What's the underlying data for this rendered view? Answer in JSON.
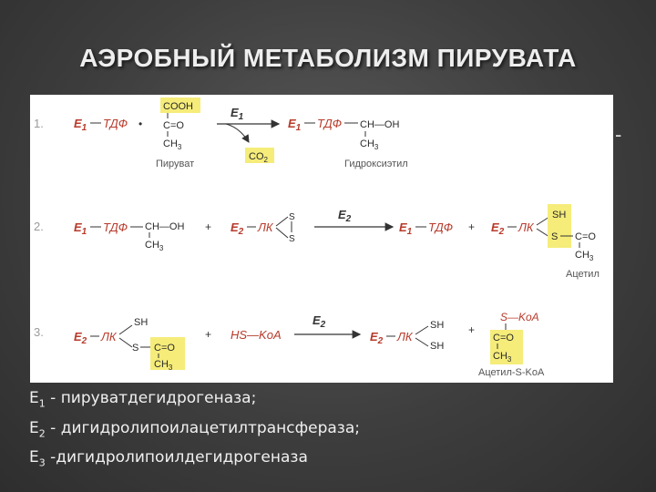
{
  "title": "АЭРОБНЫЙ МЕТАБОЛИЗМ ПИРУВАТА",
  "edge_fragment": "-",
  "steps": [
    {
      "num": "1.",
      "e1": "E",
      "e1_sub": "1",
      "tdf": "ТДФ",
      "plus": "•",
      "cooh": "COOH",
      "co": "C=O",
      "ch3": "CH",
      "ch3_sub": "3",
      "enzyme": "E",
      "enzyme_sub": "1",
      "co2": "CO",
      "co2_sub": "2",
      "product_chain": "CH—OH",
      "product_ch3": "CH",
      "product_ch3_sub": "3",
      "label_pyruvate": "Пируват",
      "label_hydroxy": "Гидроксиэтил"
    },
    {
      "num": "2.",
      "e1": "E",
      "e1_sub": "1",
      "tdf": "ТДФ",
      "chain": "CH—OH",
      "ch3": "CH",
      "ch3_sub": "3",
      "plus": "+",
      "e2": "E",
      "e2_sub": "2",
      "lk": "ЛК",
      "s": "S",
      "enzyme": "E",
      "enzyme_sub": "2",
      "plus2": "+",
      "sh": "SH",
      "co": "C=O",
      "label_acetyl": "Ацетил"
    },
    {
      "num": "3.",
      "e2": "E",
      "e2_sub": "2",
      "lk": "ЛК",
      "sh": "SH",
      "s": "S",
      "co": "C=O",
      "ch3": "CH",
      "ch3_sub": "3",
      "plus": "+",
      "hs_koa": "HS—KoA",
      "enzyme": "E",
      "enzyme_sub": "2",
      "plus2": "+",
      "s_koa": "S—KoA",
      "label_acetyl_coa": "Ацетил-S-KoA"
    }
  ],
  "legend": [
    {
      "e": "E",
      "sub": "1",
      "text": " - пируватдегидрогеназа;"
    },
    {
      "e": "E",
      "sub": "2",
      "text": " - дигидролипоилацетилтрансфераза;"
    },
    {
      "e": "E",
      "sub": "3",
      "text": " -дигидролипоилдегидрогеназа"
    }
  ],
  "colors": {
    "enzyme_red": "#b83a2a",
    "highlight": "#f5ec7a",
    "molecule_text": "#2a2a2a",
    "step_number": "#9a9a9a"
  }
}
